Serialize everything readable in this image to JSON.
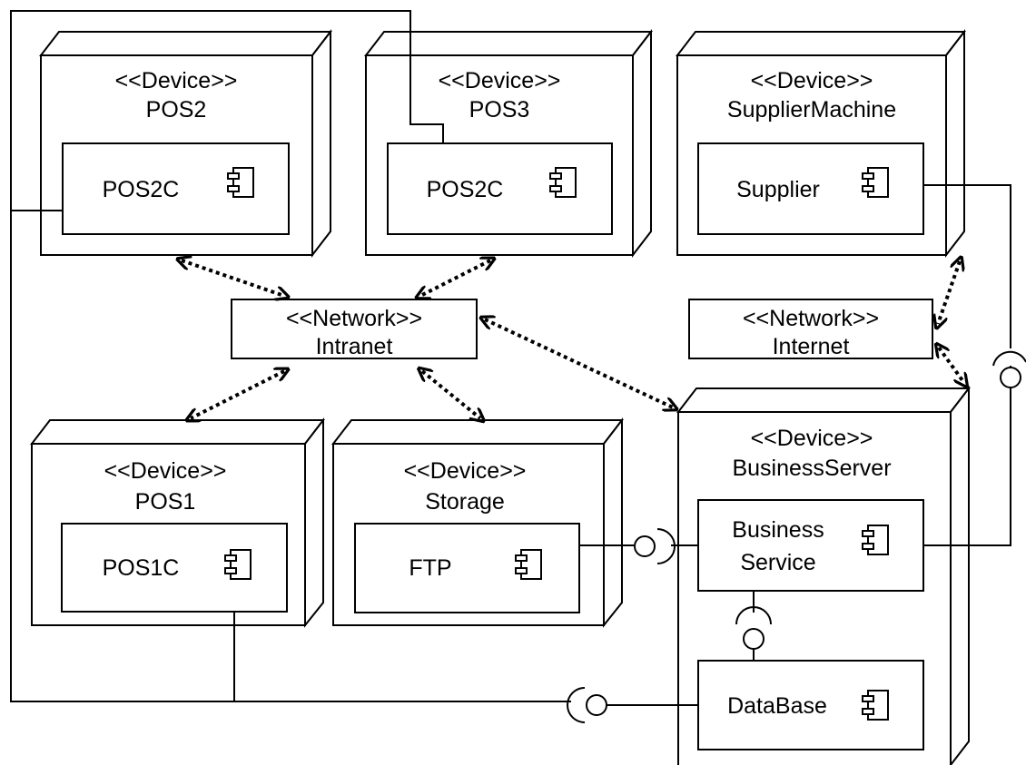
{
  "nodes": {
    "pos2": {
      "stereotype": "<<Device>>",
      "name": "POS2",
      "component": "POS2C"
    },
    "pos3": {
      "stereotype": "<<Device>>",
      "name": "POS3",
      "component": "POS2C"
    },
    "supplier_machine": {
      "stereotype": "<<Device>>",
      "name": "SupplierMachine",
      "component": "Supplier"
    },
    "pos1": {
      "stereotype": "<<Device>>",
      "name": "POS1",
      "component": "POS1C"
    },
    "storage": {
      "stereotype": "<<Device>>",
      "name": "Storage",
      "component": "FTP"
    },
    "business_server": {
      "stereotype": "<<Device>>",
      "name": "BusinessServer",
      "component_line1": "Business",
      "component_line2": "Service",
      "component2": "DataBase"
    }
  },
  "networks": {
    "intranet": {
      "stereotype": "<<Network>>",
      "name": "Intranet"
    },
    "internet": {
      "stereotype": "<<Network>>",
      "name": "Internet"
    }
  }
}
